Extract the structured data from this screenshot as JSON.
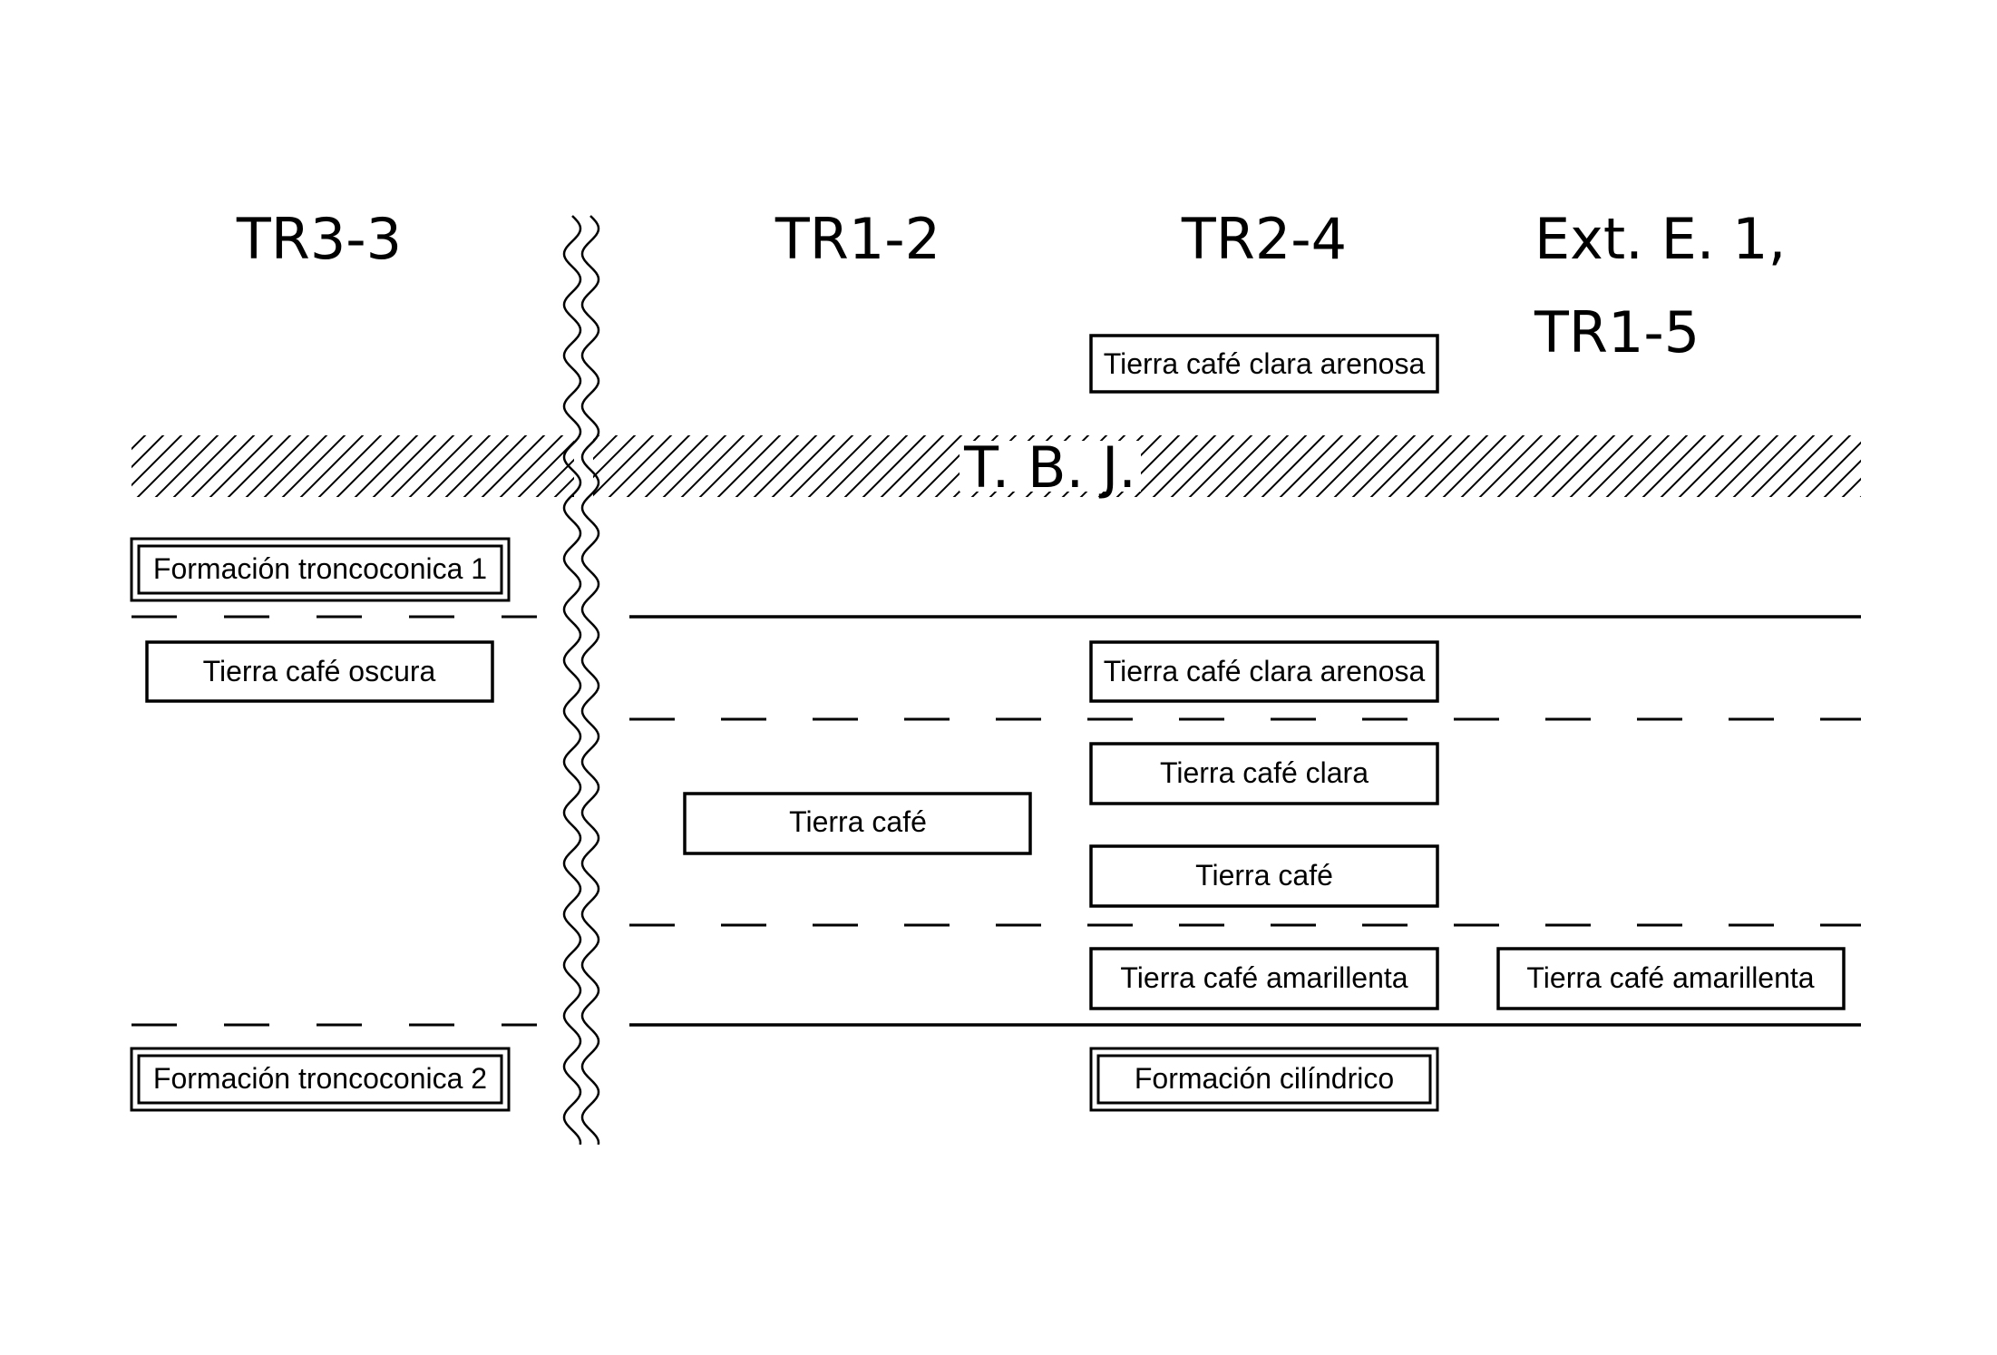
{
  "columns": {
    "tr3_3": "TR3-3",
    "tr1_2": "TR1-2",
    "tr2_4": "TR2-4",
    "ext_line1": "Ext. E. 1,",
    "ext_line2": "TR1-5"
  },
  "tbj_label": "T. B. J.",
  "boxes": {
    "tr2_4_top": "Tierra café clara arenosa",
    "formacion_1": "Formación troncoconica 1",
    "tr3_3_oscura": "Tierra café oscura",
    "tr2_4_arenosa": "Tierra café clara arenosa",
    "tr2_4_clara": "Tierra café clara",
    "tr1_2_cafe": "Tierra café",
    "tr2_4_cafe": "Tierra café",
    "tr2_4_amarillenta": "Tierra café amarillenta",
    "ext_amarillenta": "Tierra café amarillenta",
    "formacion_2": "Formación troncoconica 2",
    "formacion_cilindrico": "Formación cilíndrico"
  },
  "colors": {
    "line": "#000000",
    "background": "#ffffff"
  }
}
